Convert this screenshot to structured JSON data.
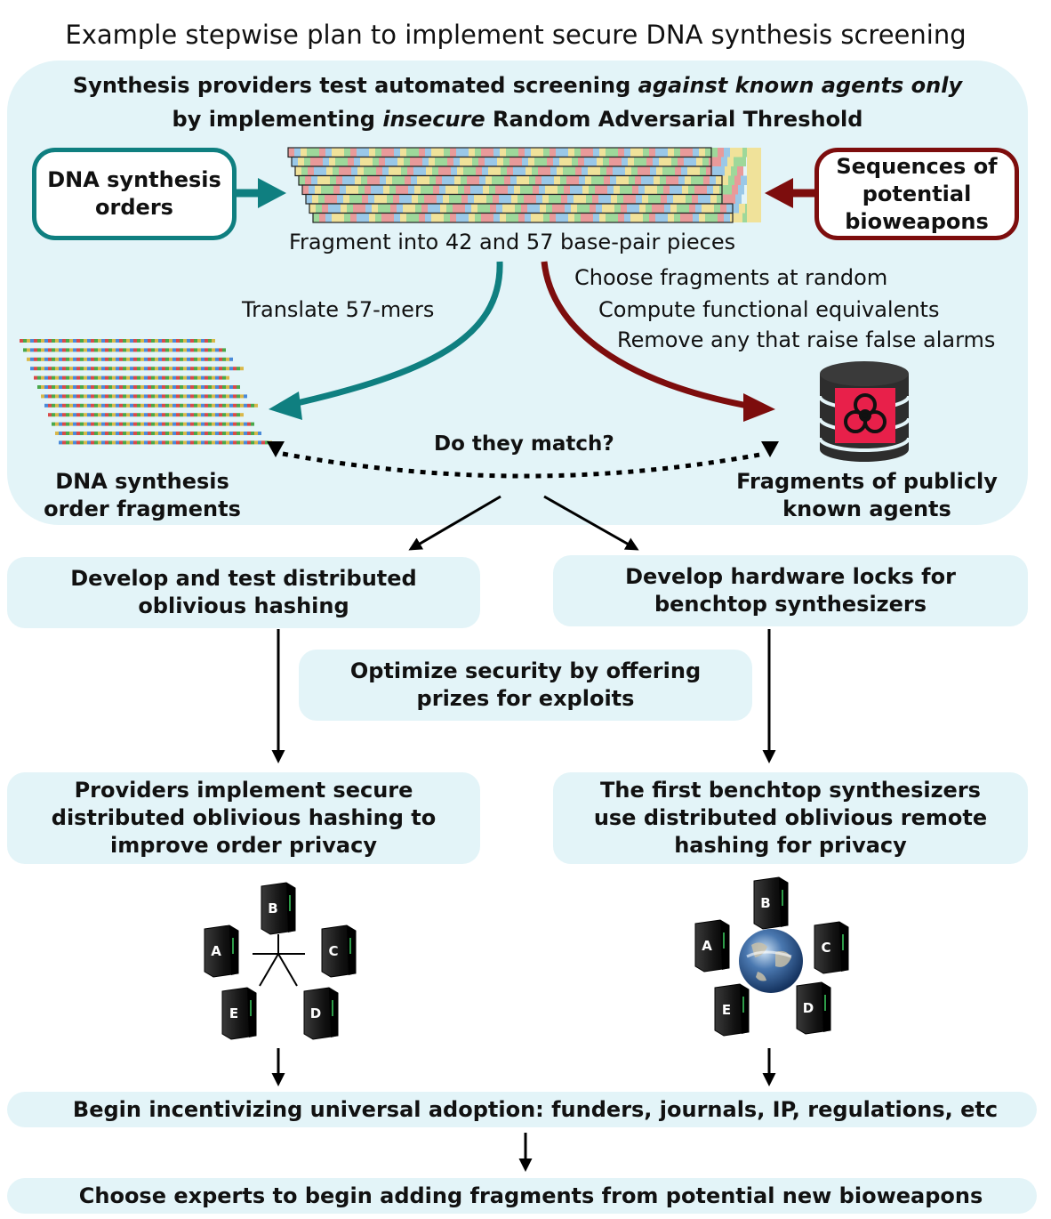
{
  "title": "Example stepwise plan to implement secure DNA synthesis screening",
  "panel": {
    "header_prefix": "Synthesis providers test automated screening ",
    "header_emph": "against known agents only",
    "header2_prefix": "by implementing ",
    "header2_emph": "insecure",
    "header2_suffix": " Random Adversarial Threshold",
    "orders_box": "DNA synthesis orders",
    "bioweapons_box": "Sequences of potential bioweapons",
    "fragment_caption": "Fragment into 42 and 57 base-pair pieces",
    "translate_label": "Translate 57-mers",
    "steps_right": [
      "Choose fragments at random",
      "Compute functional equivalents",
      "Remove any that raise false alarms"
    ],
    "match_label": "Do they match?",
    "left_label": "DNA synthesis order fragments",
    "right_label": "Fragments of publicly known agents"
  },
  "steps": {
    "hashing": "Develop and test distributed oblivious hashing",
    "locks": "Develop hardware locks for benchtop synthesizers",
    "prizes": "Optimize security by offering prizes for exploits",
    "providers": "Providers implement secure distributed oblivious hashing to improve order privacy",
    "benchtop": "The first benchtop synthesizers use distributed oblivious remote hashing for privacy",
    "adoption": "Begin incentivizing universal adoption: funders, journals, IP, regulations, etc",
    "experts": "Choose experts to begin adding fragments from potential new bioweapons"
  },
  "servers": {
    "left": [
      "A",
      "B",
      "C",
      "D",
      "E"
    ],
    "right": [
      "A",
      "B",
      "C",
      "D",
      "E"
    ]
  },
  "colors": {
    "teal": "#0f7f80",
    "dark_red": "#7d0d0d",
    "panel_bg": "#e3f4f8",
    "biohazard": "#e8204a"
  }
}
